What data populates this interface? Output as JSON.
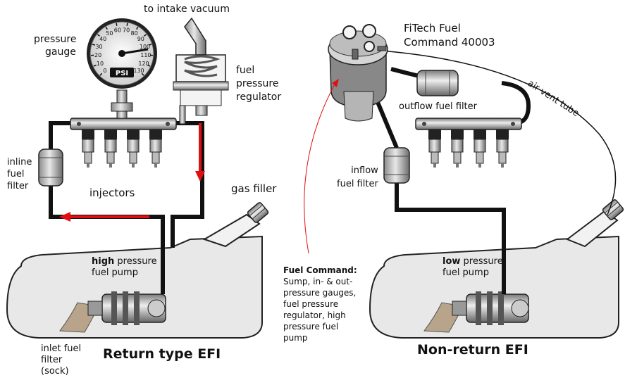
{
  "labels": {
    "to_intake_vacuum": "to intake vacuum",
    "pressure_gauge": [
      "pressure",
      "gauge"
    ],
    "fuel_pressure_regulator": [
      "fuel",
      "pressure",
      "regulator"
    ],
    "inline_fuel_filter": [
      "inline",
      "fuel",
      "filter"
    ],
    "injectors": "injectors",
    "gas_filler": "gas filler",
    "high_pressure_pump": {
      "bold": "high",
      "rest": " pressure",
      "line2": "fuel pump"
    },
    "inlet_fuel_filter": [
      "inlet fuel",
      "filter",
      "(sock)"
    ],
    "fitech": [
      "FiTech Fuel",
      "Command 40003"
    ],
    "outflow_filter": "outflow fuel filter",
    "air_vent_tube": "air vent tube",
    "inflow_filter": [
      "inflow",
      "fuel filter"
    ],
    "fuel_command_note": {
      "bold": "Fuel Command:",
      "lines": [
        "Sump, in- & out-",
        "pressure gauges,",
        "fuel pressure",
        "regulator, high",
        "pressure fuel",
        "pump"
      ]
    },
    "low_pressure_pump": {
      "bold": "low",
      "rest": " pressure",
      "line2": "fuel pump"
    }
  },
  "gauge": {
    "unit": "PSI",
    "ticks": [
      "0",
      "10",
      "20",
      "30",
      "40",
      "50",
      "60",
      "70",
      "80",
      "90",
      "100",
      "110",
      "120",
      "130"
    ]
  },
  "titles": {
    "left": "Return type EFI",
    "right": "Non-return EFI"
  },
  "colors": {
    "fuel_line": "#111111",
    "return_flow": "#e01010",
    "tank": "#e6e6e6",
    "annotation_line": "#e01010"
  }
}
